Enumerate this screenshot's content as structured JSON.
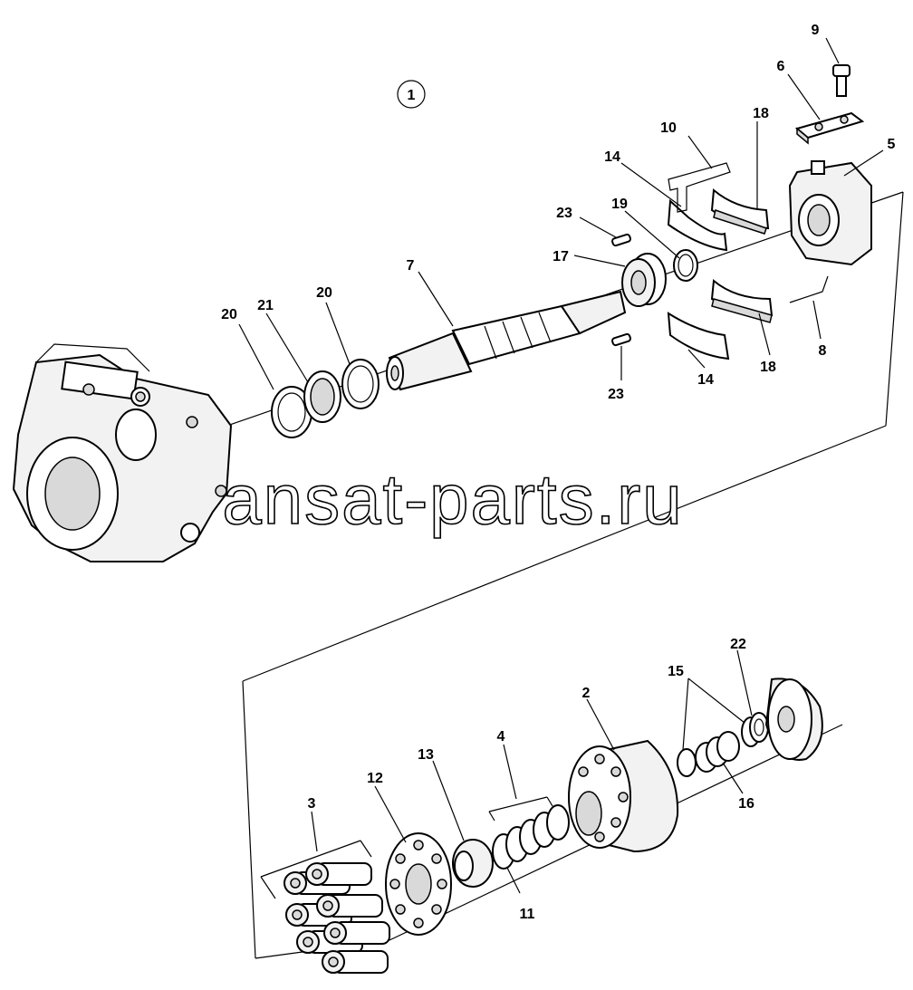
{
  "figure_number": "1",
  "watermark": "ansat-parts.ru",
  "callouts": {
    "c1": "2",
    "c2": "3",
    "c3": "4",
    "c4": "5",
    "c5": "6",
    "c6": "7",
    "c7": "8",
    "c8": "9",
    "c9": "10",
    "c10": "11",
    "c11": "12",
    "c12": "13",
    "c13": "14",
    "c14": "14",
    "c15": "15",
    "c16": "16",
    "c17": "17",
    "c18": "18",
    "c19": "18",
    "c20": "19",
    "c21": "20",
    "c22": "20",
    "c23": "21",
    "c24": "22",
    "c25": "23",
    "c26": "23"
  }
}
